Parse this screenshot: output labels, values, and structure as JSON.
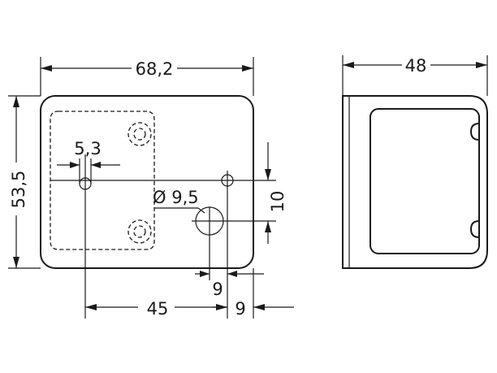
{
  "dimensions": {
    "width_front": "68,2",
    "height_front": "53,5",
    "width_side": "48",
    "hole_spacing_small": "5,3",
    "hole_diameter": "Ø 9,5",
    "hole_offset_vertical": "10",
    "hole_offset_horizontal": "9",
    "bottom_offset": "9",
    "bottom_length": "45"
  }
}
